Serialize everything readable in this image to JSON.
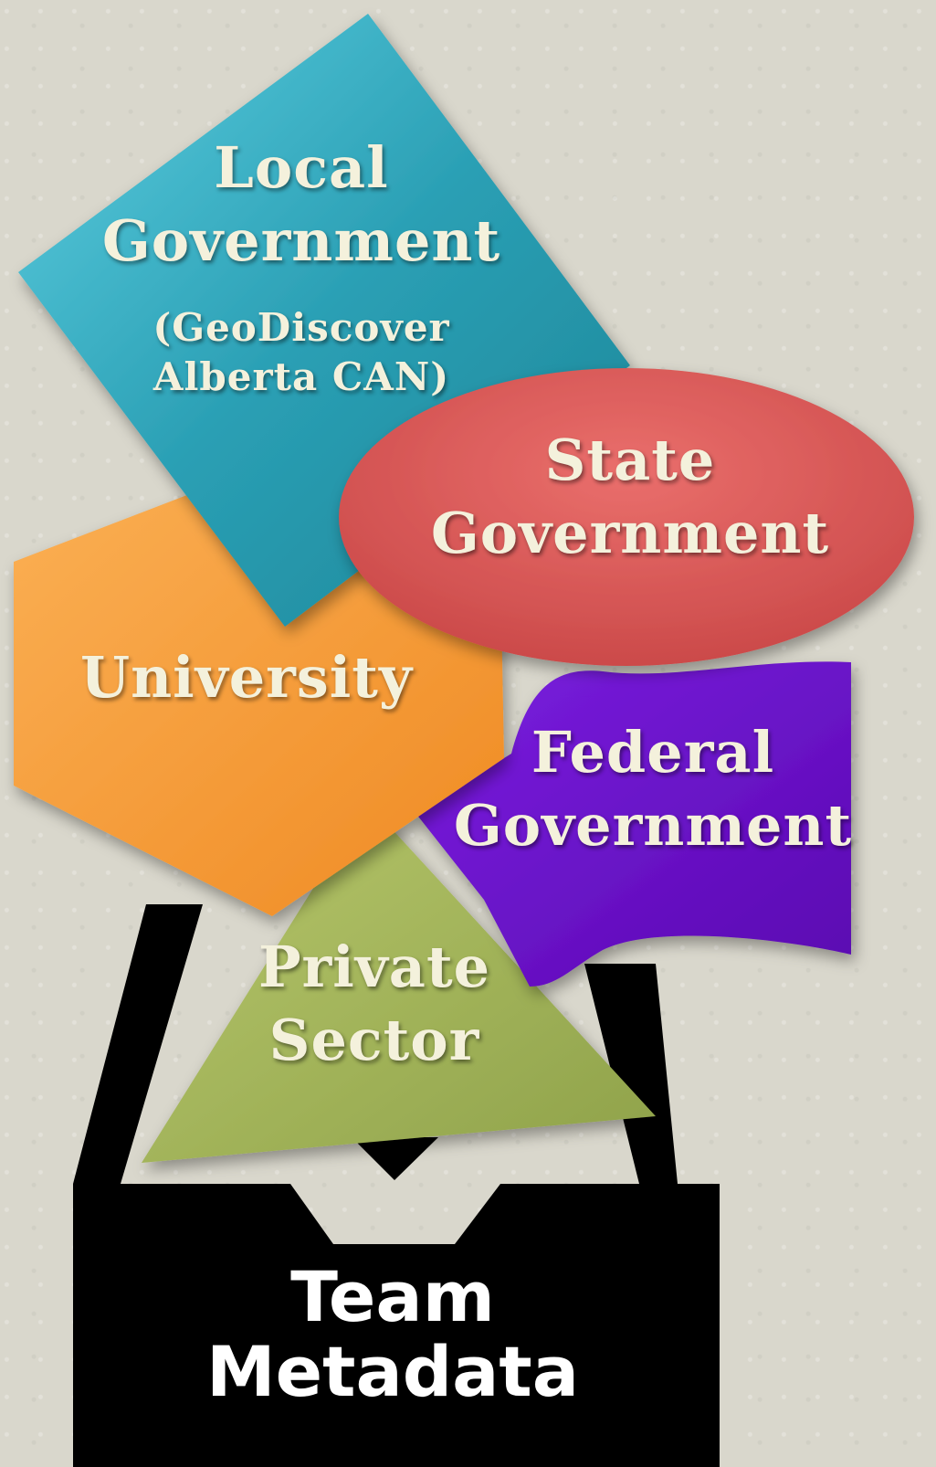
{
  "shapes": {
    "local_government": {
      "line1": "Local",
      "line2": "Government",
      "line3": "(GeoDiscover",
      "line4": "Alberta CAN)",
      "color": "#2ea3b8"
    },
    "state_government": {
      "line1": "State",
      "line2": "Government",
      "color": "#e05a5a"
    },
    "university": {
      "line1": "University",
      "color": "#f79a35"
    },
    "federal_government": {
      "line1": "Federal",
      "line2": "Government",
      "color": "#6a10c8"
    },
    "private_sector": {
      "line1": "Private",
      "line2": "Sector",
      "color": "#a2b35a"
    }
  },
  "tray": {
    "line1": "Team",
    "line2": "Metadata",
    "color": "#000000"
  }
}
